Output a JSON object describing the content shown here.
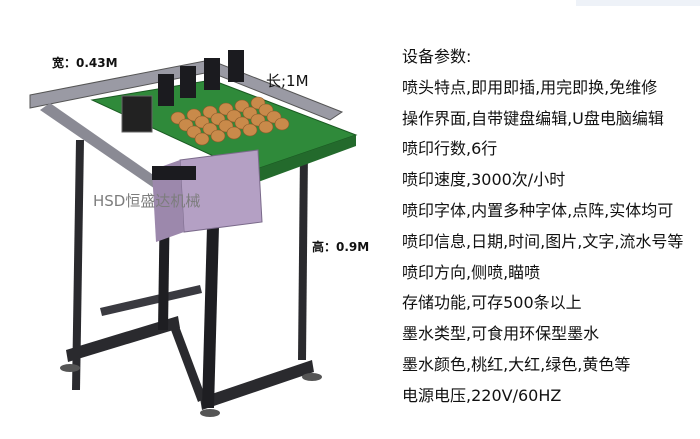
{
  "labels": {
    "width": "宽：0.43M",
    "length": "长;1M",
    "height": "高：0.9M",
    "watermark": "HSD恒盛达机械"
  },
  "specs": {
    "heading": "设备参数:",
    "items": [
      "喷头特点,即用即插,用完即换,免维修",
      "操作界面,自带键盘编辑,U盘电脑编辑",
      "喷印行数,6行",
      "喷印速度,3000次/小时",
      "喷印字体,内置多种字体,点阵,实体均可",
      "喷印信息,日期,时间,图片,文字,流水号等",
      "喷印方向,侧喷,瞄喷",
      "存储功能,可存500条以上",
      "墨水类型,可食用环保型墨水",
      "墨水颜色,桃红,大红,绿色,黄色等",
      "电源电压,220V/60HZ"
    ]
  },
  "colors": {
    "frame": "#2a2a2e",
    "conveyor": "#2f8a3a",
    "rail": "#9a9aa4",
    "control_box": "#b4a0c4",
    "print_head": "#1b1b1f",
    "egg": "#c98a4a"
  }
}
